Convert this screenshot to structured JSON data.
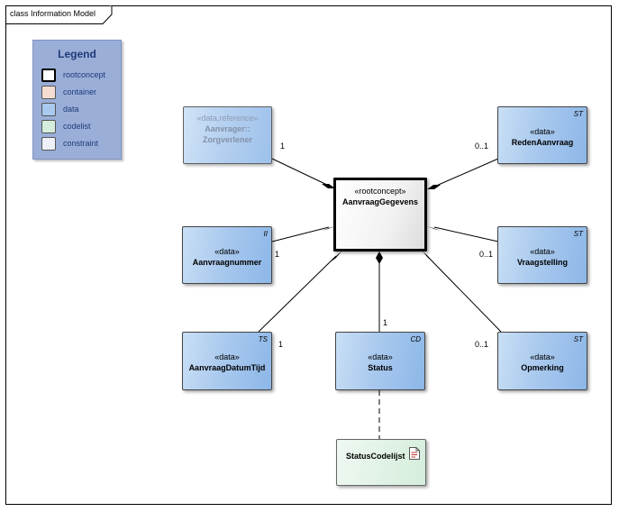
{
  "diagram_title": "class Information Model",
  "legend": {
    "title": "Legend",
    "items": [
      {
        "label": "rootconcept",
        "color": "#ffffff"
      },
      {
        "label": "container",
        "color": "#f4dcd2"
      },
      {
        "label": "data",
        "color": "#a9c9ee"
      },
      {
        "label": "codelist",
        "color": "#d5eddc"
      },
      {
        "label": "constraint",
        "color": "#eef0f8"
      }
    ]
  },
  "nodes": {
    "root": {
      "stereotype": "«rootconcept»",
      "name": "AanvraagGegevens"
    },
    "zorgverlener": {
      "stereotype": "«data,reference»",
      "name_line1": "Aanvrager::",
      "name_line2": "Zorgverlener",
      "tag": ""
    },
    "reden": {
      "stereotype": "«data»",
      "name": "RedenAanvraag",
      "tag": "ST"
    },
    "nummer": {
      "stereotype": "«data»",
      "name": "Aanvraagnummer",
      "tag": "II"
    },
    "vraagstelling": {
      "stereotype": "«data»",
      "name": "Vraagstelling",
      "tag": "ST"
    },
    "datumtijd": {
      "stereotype": "«data»",
      "name": "AanvraagDatumTijd",
      "tag": "TS"
    },
    "status": {
      "stereotype": "«data»",
      "name": "Status",
      "tag": "CD"
    },
    "opmerking": {
      "stereotype": "«data»",
      "name": "Opmerking",
      "tag": "ST"
    },
    "codelijst": {
      "name": "StatusCodelijst"
    }
  },
  "multiplicities": {
    "zorgverlener": "1",
    "reden": "0..1",
    "nummer": "1",
    "vraagstelling": "0..1",
    "datumtijd": "1",
    "status": "1",
    "opmerking": "0..1"
  }
}
